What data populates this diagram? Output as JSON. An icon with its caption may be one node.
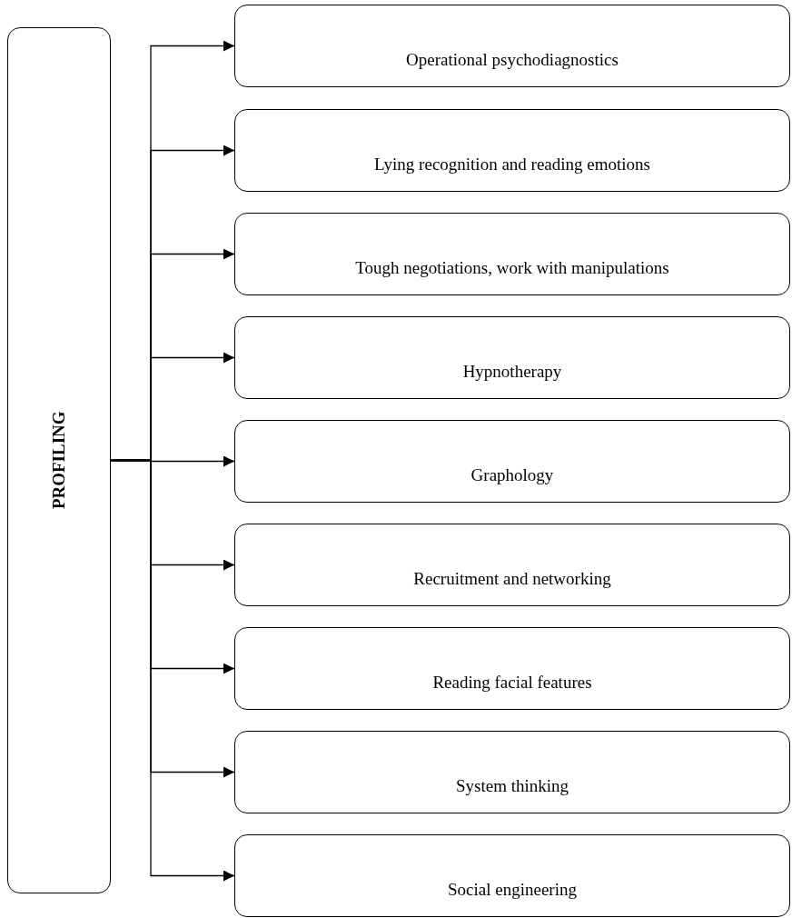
{
  "diagram": {
    "nodes": [
      {
        "text": [
          "PROFILING"
        ]
      },
      {
        "text": [
          "Operational psychodiagnostics"
        ]
      },
      {
        "text": [
          "Lying recognition and reading emotions"
        ]
      },
      {
        "text": [
          "Tough negotiations, work with manipulations"
        ]
      },
      {
        "text": [
          "Hypnotherapy"
        ]
      },
      {
        "text": [
          "Graphology"
        ]
      },
      {
        "text": [
          "Recruitment and networking"
        ]
      },
      {
        "text": [
          "Reading facial features"
        ]
      },
      {
        "text": [
          "System thinking"
        ]
      },
      {
        "text": [
          "Social engineering"
        ]
      }
    ],
    "edges": [
      {
        "from": 0,
        "to": 1,
        "arrow": "to"
      },
      {
        "from": 0,
        "to": 2,
        "arrow": "to"
      },
      {
        "from": 0,
        "to": 3,
        "arrow": "to"
      },
      {
        "from": 0,
        "to": 4,
        "arrow": "to"
      },
      {
        "from": 0,
        "to": 5,
        "arrow": "to"
      },
      {
        "from": 0,
        "to": 6,
        "arrow": "to"
      },
      {
        "from": 0,
        "to": 7,
        "arrow": "to"
      },
      {
        "from": 0,
        "to": 8,
        "arrow": "to"
      },
      {
        "from": 0,
        "to": 9,
        "arrow": "to"
      }
    ]
  }
}
